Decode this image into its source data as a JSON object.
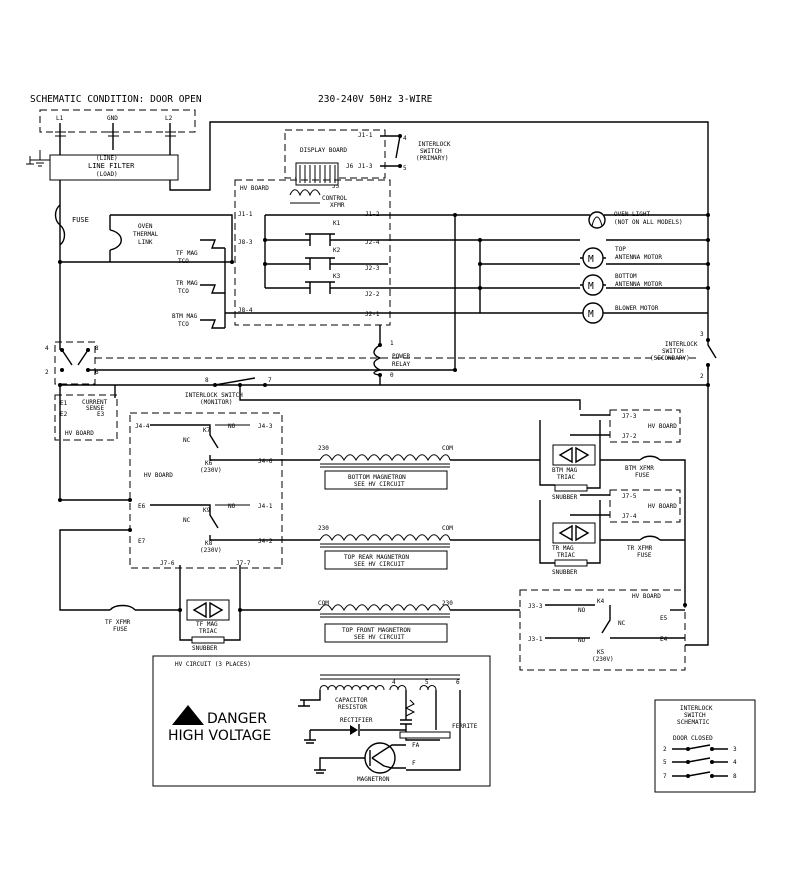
{
  "header": {
    "condition": "SCHEMATIC CONDITION: DOOR OPEN",
    "supply": "230-240V 50Hz 3-WIRE"
  },
  "supply_terminals": {
    "l1": "L1",
    "gnd": "GND",
    "l2": "L2"
  },
  "line_filter": {
    "line": "(LINE)",
    "name": "LINE FILTER",
    "load": "(LOAD)"
  },
  "fuse": "FUSE",
  "oven_link": [
    "OVEN",
    "THERMAL",
    "LINK"
  ],
  "tcos": [
    [
      "TF MAG",
      "TCO"
    ],
    [
      "TR MAG",
      "TCO"
    ],
    [
      "BTM MAG",
      "TCO"
    ]
  ],
  "display_board": {
    "name": "DISPLAY BOARD",
    "j1_1": "J1-1",
    "j1_3": "J1-3",
    "j6": "J6",
    "j5": "J5"
  },
  "primary_switch": {
    "label": [
      "INTERLOCK",
      "SWITCH",
      "(PRIMARY)"
    ],
    "pin_a": "4",
    "pin_b": "5"
  },
  "hv_board_top": {
    "name": "HV BOARD",
    "xfmr": [
      "CONTROL",
      "XFMR"
    ],
    "left_pins": [
      "J1-1",
      "J8-3",
      "J8-4"
    ],
    "right_pins": [
      "J1-2",
      "J2-4",
      "J2-3",
      "J2-2",
      "J2-1"
    ],
    "relays": [
      "K1",
      "K2",
      "K3"
    ]
  },
  "loads": [
    [
      "OVEN LIGHT",
      "(NOT ON ALL MODELS)"
    ],
    [
      "TOP",
      "ANTENNA MOTOR"
    ],
    [
      "BOTTOM",
      "ANTENNA MOTOR"
    ],
    [
      "BLOWER MOTOR"
    ]
  ],
  "motor_symbol": "M",
  "left_switch_pins": {
    "p4": "4",
    "p8": "8",
    "p2": "2",
    "p6": "6"
  },
  "power_relay": {
    "label": [
      "POWER",
      "RELAY"
    ],
    "pin1": "1",
    "pin0": "0"
  },
  "secondary_switch": {
    "label": [
      "INTERLOCK",
      "SWITCH",
      "(SECONDARY)"
    ],
    "pin3": "3",
    "pin2": "2"
  },
  "monitor_switch": {
    "label": [
      "INTERLOCK SWITCH",
      "(MONITOR)"
    ],
    "pin8": "8",
    "pin7": "7"
  },
  "current_sense": {
    "e1": "E1",
    "label": [
      "CURRENT",
      "SENSE"
    ],
    "e2": "E2",
    "e3": "E3",
    "board": "HV BOARD"
  },
  "hv_board_mid": {
    "name": "HV BOARD",
    "j4_4": "J4-4",
    "j4_3": "J4-3",
    "j4_6": "J4-6",
    "j4_1": "J4-1",
    "j4_2": "J4-2",
    "e6": "E6",
    "e7": "E7",
    "k7": "K7",
    "k6": [
      "K6",
      "(230V)"
    ],
    "k9": "K9",
    "k8": [
      "K8",
      "(230V)"
    ],
    "no": "NO",
    "nc": "NC",
    "j7_6": "J7-6",
    "j7_7": "J7-7"
  },
  "transformers": [
    {
      "left": "230",
      "right": "COM",
      "label": [
        "BOTTOM MAGNETRON",
        "SEE HV CIRCUIT"
      ]
    },
    {
      "left": "230",
      "right": "COM",
      "label": [
        "TOP REAR MAGNETRON",
        "SEE HV CIRCUIT"
      ]
    },
    {
      "left": "COM",
      "right": "230",
      "label": [
        "TOP FRONT MAGNETRON",
        "SEE HV CIRCUIT"
      ]
    }
  ],
  "triacs": [
    {
      "label": [
        "BTM MAG",
        "TRIAC"
      ],
      "snubber": "SNUBBER",
      "fuse": [
        "BTM XFMR",
        "FUSE"
      ],
      "pins": [
        "J7-3",
        "J7-2"
      ],
      "board": "HV BOARD"
    },
    {
      "label": [
        "TR MAG",
        "TRIAC"
      ],
      "snubber": "SNUBBER",
      "fuse": [
        "TR XFMR",
        "FUSE"
      ],
      "pins": [
        "J7-5",
        "J7-4"
      ],
      "board": "HV BOARD"
    },
    {
      "label": [
        "TF MAG",
        "TRIAC"
      ],
      "snubber": "SNUBBER",
      "fuse": [
        "TF XFMR",
        "FUSE"
      ]
    }
  ],
  "hv_board_k4": {
    "name": "HV BOARD",
    "j3_3": "J3-3",
    "j3_1": "J3-1",
    "k4": "K4",
    "k5": [
      "K5",
      "(230V)"
    ],
    "no": "NO",
    "nc": "NC",
    "e5": "E5",
    "e4": "E4"
  },
  "hv_circuit": {
    "title": "HV CIRCUIT (3 PLACES)",
    "danger": "DANGER",
    "high_voltage": "HIGH VOLTAGE",
    "capacitor": [
      "CAPACITOR",
      "RESISTOR"
    ],
    "rectifier": "RECTIFIER",
    "ferrite": "FERRITE",
    "magnetron": "MAGNETRON",
    "fa": "FA",
    "f": "F",
    "pins": [
      "4",
      "5",
      "6"
    ]
  },
  "interlock_schematic": {
    "title": [
      "INTERLOCK",
      "SWITCH",
      "SCHEMATIC"
    ],
    "door": "DOOR CLOSED",
    "rows": [
      [
        "2",
        "3"
      ],
      [
        "5",
        "4"
      ],
      [
        "7",
        "8"
      ]
    ]
  }
}
